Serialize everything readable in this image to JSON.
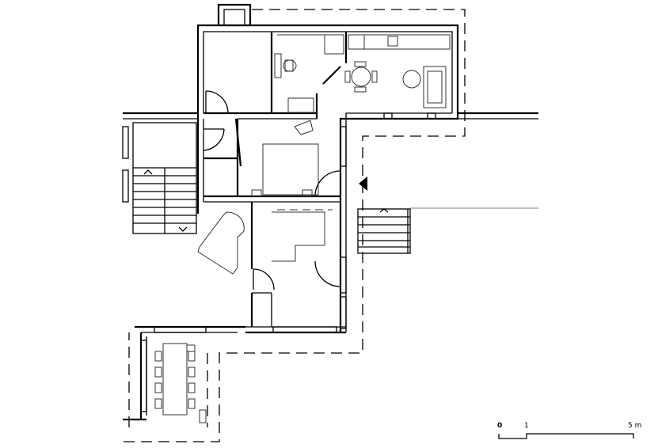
{
  "scale_bar": {
    "label_zero": "0",
    "label_one": "1",
    "label_five": "5 m"
  }
}
